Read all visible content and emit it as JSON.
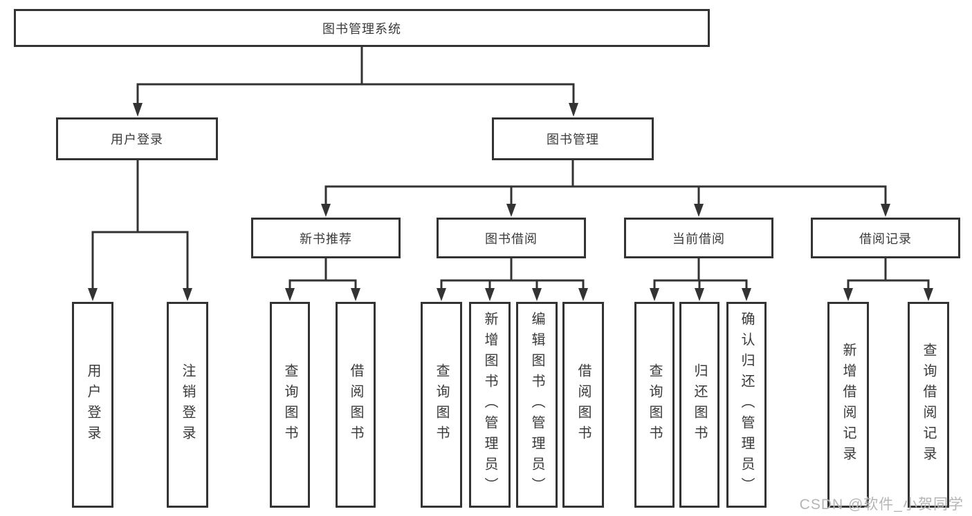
{
  "diagram": {
    "root": {
      "label": "图书管理系统"
    },
    "branches": [
      {
        "label": "用户登录",
        "children": [
          {
            "label": "用户登录"
          },
          {
            "label": "注销登录"
          }
        ]
      },
      {
        "label": "图书管理",
        "children": [
          {
            "label": "新书推荐",
            "children": [
              {
                "label": "查询图书"
              },
              {
                "label": "借阅图书"
              }
            ]
          },
          {
            "label": "图书借阅",
            "children": [
              {
                "label": "查询图书"
              },
              {
                "label": "新增图书（管理员）"
              },
              {
                "label": "编辑图书（管理员）"
              },
              {
                "label": "借阅图书"
              }
            ]
          },
          {
            "label": "当前借阅",
            "children": [
              {
                "label": "查询图书"
              },
              {
                "label": "归还图书"
              },
              {
                "label": "确认归还（管理员）"
              }
            ]
          },
          {
            "label": "借阅记录",
            "children": [
              {
                "label": "新增借阅记录"
              },
              {
                "label": "查询借阅记录"
              }
            ]
          }
        ]
      }
    ]
  },
  "watermark": {
    "text": "CSDN @软件_小贺同学"
  },
  "colors": {
    "line": "#333333",
    "text": "#3a3a3a",
    "box_background": "#ffffff",
    "page_background": "#ffffff",
    "watermark": "#b5b5b5"
  }
}
